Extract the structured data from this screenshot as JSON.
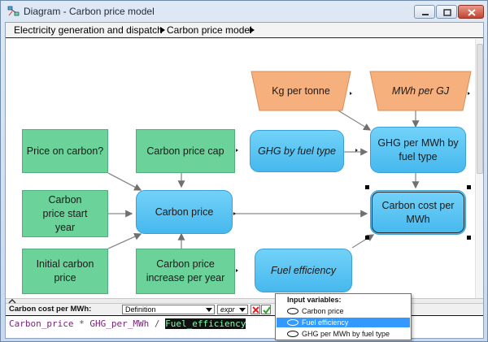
{
  "window": {
    "title": "Diagram - Carbon price model"
  },
  "breadcrumb": {
    "items": [
      "Electricity generation and dispatch",
      "Carbon price model"
    ]
  },
  "nodes": {
    "kg_per_tonne": "Kg per tonne",
    "mwh_per_gj": "MWh per GJ",
    "price_on_carbon": "Price on carbon?",
    "carbon_price_cap": "Carbon price cap",
    "ghg_by_fuel_type": "GHG by fuel type",
    "ghg_per_mwh_by_fuel_type": "GHG per MWh by fuel type",
    "carbon_price_start_year": "Carbon price start year",
    "carbon_price": "Carbon price",
    "carbon_cost_per_mwh": "Carbon cost per MWh",
    "initial_carbon_price": "Initial carbon price",
    "carbon_price_increase_per_year": "Carbon price increase per year",
    "fuel_efficiency": "Fuel efficiency"
  },
  "definition_bar": {
    "label": "Carbon cost per MWh:",
    "attribute": "Definition",
    "mode": "expr"
  },
  "expression": {
    "part1": "Carbon_price",
    "op1": " * ",
    "part2": "GHG_per_MWh",
    "op2": " / ",
    "selected": "Fuel_efficiency"
  },
  "input_popup": {
    "header": "Input variables:",
    "items": [
      "Carbon price",
      "Fuel efficiency",
      "GHG per MWh by fuel type"
    ],
    "selected_index": 1
  },
  "colors": {
    "constant_fill": "#6bd39a",
    "variable_fill": "#46b8ee",
    "constant_trap_fill": "#f5b07e",
    "selection": "#3399ff"
  }
}
